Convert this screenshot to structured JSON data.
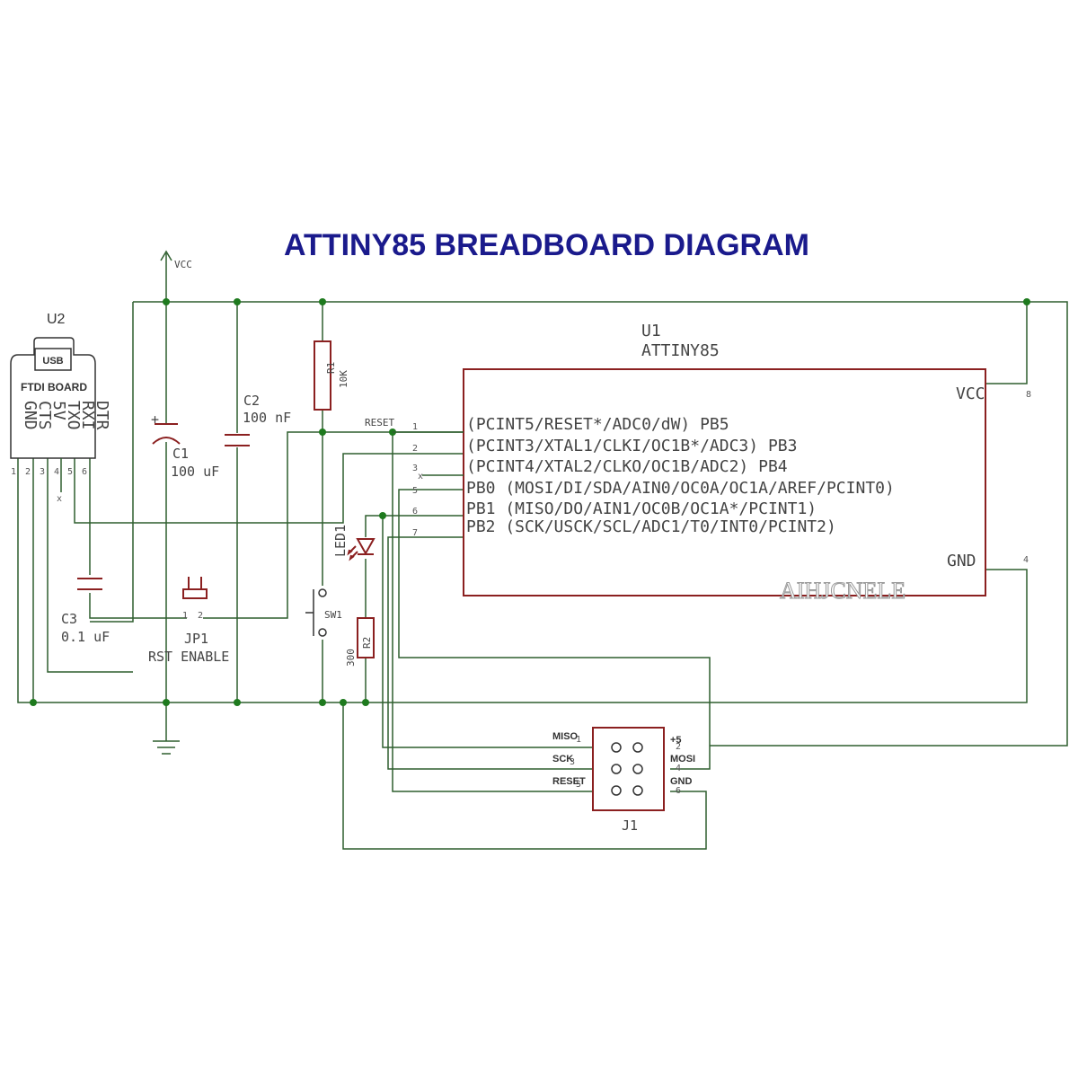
{
  "title": "ATTINY85 BREADBOARD DIAGRAM",
  "watermark": "AIHJCNELE",
  "colors": {
    "title": "#1a1a8c",
    "wire": "#2f5f2f",
    "part": "#8b2020",
    "junction": "#1e7a1e"
  },
  "power": {
    "vcc": "VCC"
  },
  "u1": {
    "ref": "U1",
    "name": "ATTINY85",
    "right_pins": [
      {
        "name": "VCC",
        "num": "8"
      },
      {
        "name": "GND",
        "num": "4"
      }
    ],
    "left_pins": [
      {
        "num": "1",
        "label": "(PCINT5/RESET*/ADC0/dW) PB5"
      },
      {
        "num": "2",
        "label": "(PCINT3/XTAL1/CLKI/OC1B*/ADC3) PB3"
      },
      {
        "num": "3",
        "label": "(PCINT4/XTAL2/CLKO/OC1B/ADC2) PB4"
      },
      {
        "num": "5",
        "label": "PB0 (MOSI/DI/SDA/AIN0/OC0A/OC1A/AREF/PCINT0)"
      },
      {
        "num": "6",
        "label": "PB1 (MISO/DO/AIN1/OC0B/OC1A*/PCINT1)"
      },
      {
        "num": "7",
        "label": "PB2 (SCK/USCK/SCL/ADC1/T0/INT0/PCINT2)"
      }
    ],
    "reset_net": "RESET"
  },
  "u2": {
    "ref": "U2",
    "usb": "USB",
    "name": "FTDI BOARD",
    "pins": [
      {
        "label": "GND",
        "num": "1"
      },
      {
        "label": "CTS",
        "num": "2"
      },
      {
        "label": "5V",
        "num": "3"
      },
      {
        "label": "TXO",
        "num": "4"
      },
      {
        "label": "RXI",
        "num": "5"
      },
      {
        "label": "DTR",
        "num": "6"
      }
    ]
  },
  "c1": {
    "ref": "C1",
    "value": "100 uF",
    "plus": "+"
  },
  "c2": {
    "ref": "C2",
    "value": "100 nF"
  },
  "c3": {
    "ref": "C3",
    "value": "0.1 uF"
  },
  "r1": {
    "ref": "R1",
    "value": "10K"
  },
  "r2": {
    "ref": "R2",
    "value": "300"
  },
  "led1": {
    "ref": "LED1"
  },
  "sw1": {
    "ref": "SW1"
  },
  "jp1": {
    "ref": "JP1",
    "label": "RST ENABLE",
    "pin1": "1",
    "pin2": "2"
  },
  "j1": {
    "ref": "J1",
    "left": [
      "MISO",
      "SCK",
      "RESET"
    ],
    "right": [
      "+5",
      "MOSI",
      "GND"
    ],
    "nums": [
      "1",
      "2",
      "3",
      "4",
      "5",
      "6"
    ]
  },
  "nc_mark": "x"
}
